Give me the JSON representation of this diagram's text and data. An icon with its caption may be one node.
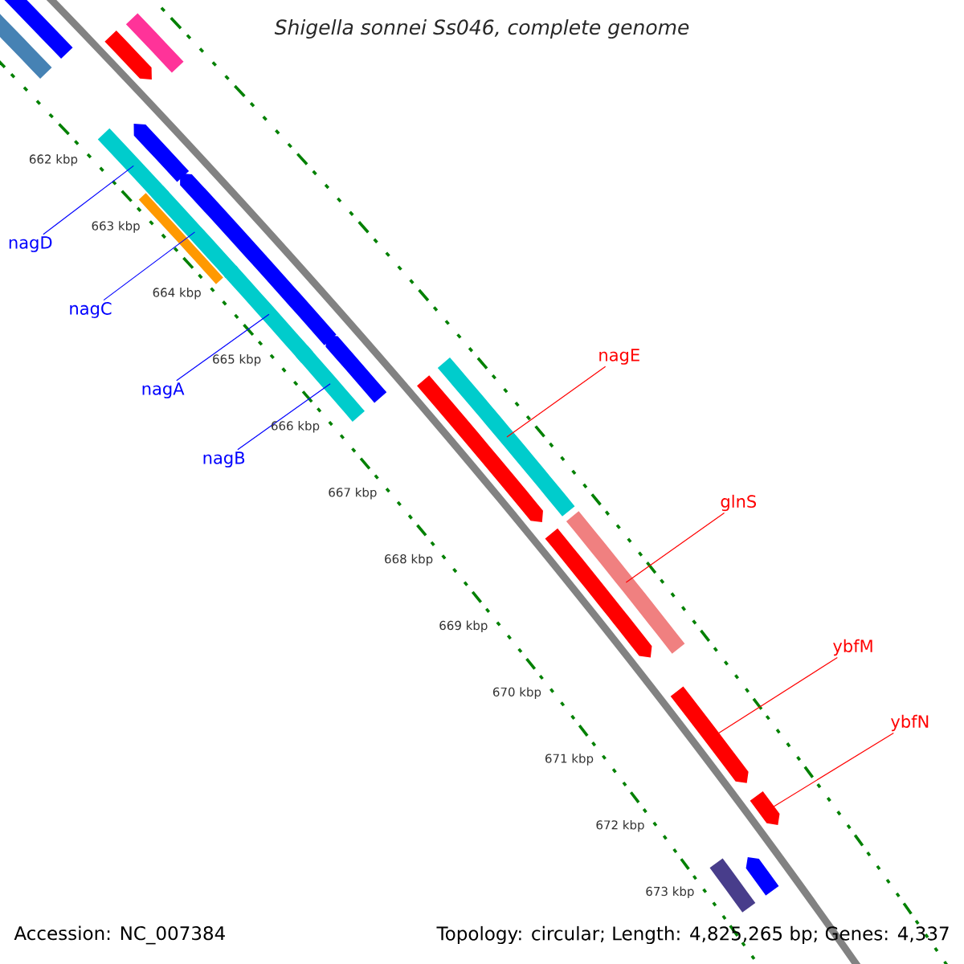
{
  "diagram": {
    "title": "Shigella sonnei Ss046, complete genome",
    "nodes": [
      {
        "text": [
          "nagD"
        ]
      },
      {
        "text": [
          "nagC"
        ]
      },
      {
        "text": [
          "nagA"
        ]
      },
      {
        "text": [
          "nagB"
        ]
      },
      {
        "text": [
          "nagE"
        ]
      },
      {
        "text": [
          "glnS"
        ]
      },
      {
        "text": [
          "ybfM"
        ]
      },
      {
        "text": [
          "ybfN"
        ]
      },
      {
        "text": [],
        "shape": "bar"
      },
      {
        "text": [],
        "shape": "bar"
      },
      {
        "text": [],
        "shape": "bar"
      },
      {
        "text": [],
        "shape": "bar"
      },
      {
        "text": [],
        "shape": "bar"
      },
      {
        "text": [],
        "shape": "bar"
      },
      {
        "text": [],
        "shape": "arrow"
      },
      {
        "text": [],
        "shape": "arrow"
      },
      {
        "text": [],
        "shape": "arrow"
      },
      {
        "text": [],
        "shape": "bar"
      },
      {
        "text": [],
        "shape": "arrow"
      },
      {
        "text": [],
        "shape": "arrow"
      },
      {
        "text": [],
        "shape": "arrow"
      },
      {
        "text": [],
        "shape": "arrow"
      },
      {
        "text": [],
        "shape": "bar"
      },
      {
        "text": [],
        "shape": "bar"
      },
      {
        "text": [],
        "shape": "arrow"
      },
      {
        "text": [],
        "shape": "arrow"
      },
      {
        "text": [],
        "shape": "arrow"
      },
      {
        "text": [],
        "shape": "arrow"
      },
      {
        "text": [],
        "shape": "bar"
      }
    ],
    "edges": [
      {
        "from": 0,
        "to": 8,
        "arrow": "none",
        "color": "#0000ff"
      },
      {
        "from": 1,
        "to": 9,
        "arrow": "none",
        "color": "#0000ff"
      },
      {
        "from": 2,
        "to": 10,
        "arrow": "none",
        "color": "#0000ff"
      },
      {
        "from": 3,
        "to": 11,
        "arrow": "none",
        "color": "#0000ff"
      },
      {
        "from": 4,
        "to": 12,
        "arrow": "none",
        "color": "#ff0000"
      },
      {
        "from": 5,
        "to": 13,
        "arrow": "none",
        "color": "#ff0000"
      },
      {
        "from": 6,
        "to": 14,
        "arrow": "none",
        "color": "#ff0000"
      },
      {
        "from": 7,
        "to": 15,
        "arrow": "none",
        "color": "#ff0000"
      }
    ],
    "labels": [
      "662 kbp",
      "663 kbp",
      "664 kbp",
      "665 kbp",
      "666 kbp",
      "667 kbp",
      "668 kbp",
      "669 kbp",
      "670 kbp",
      "671 kbp",
      "672 kbp",
      "673 kbp",
      "Accession: NC_007384",
      "Topology: circular; Length: 4,825,265 bp; Genes: 4,337"
    ]
  }
}
